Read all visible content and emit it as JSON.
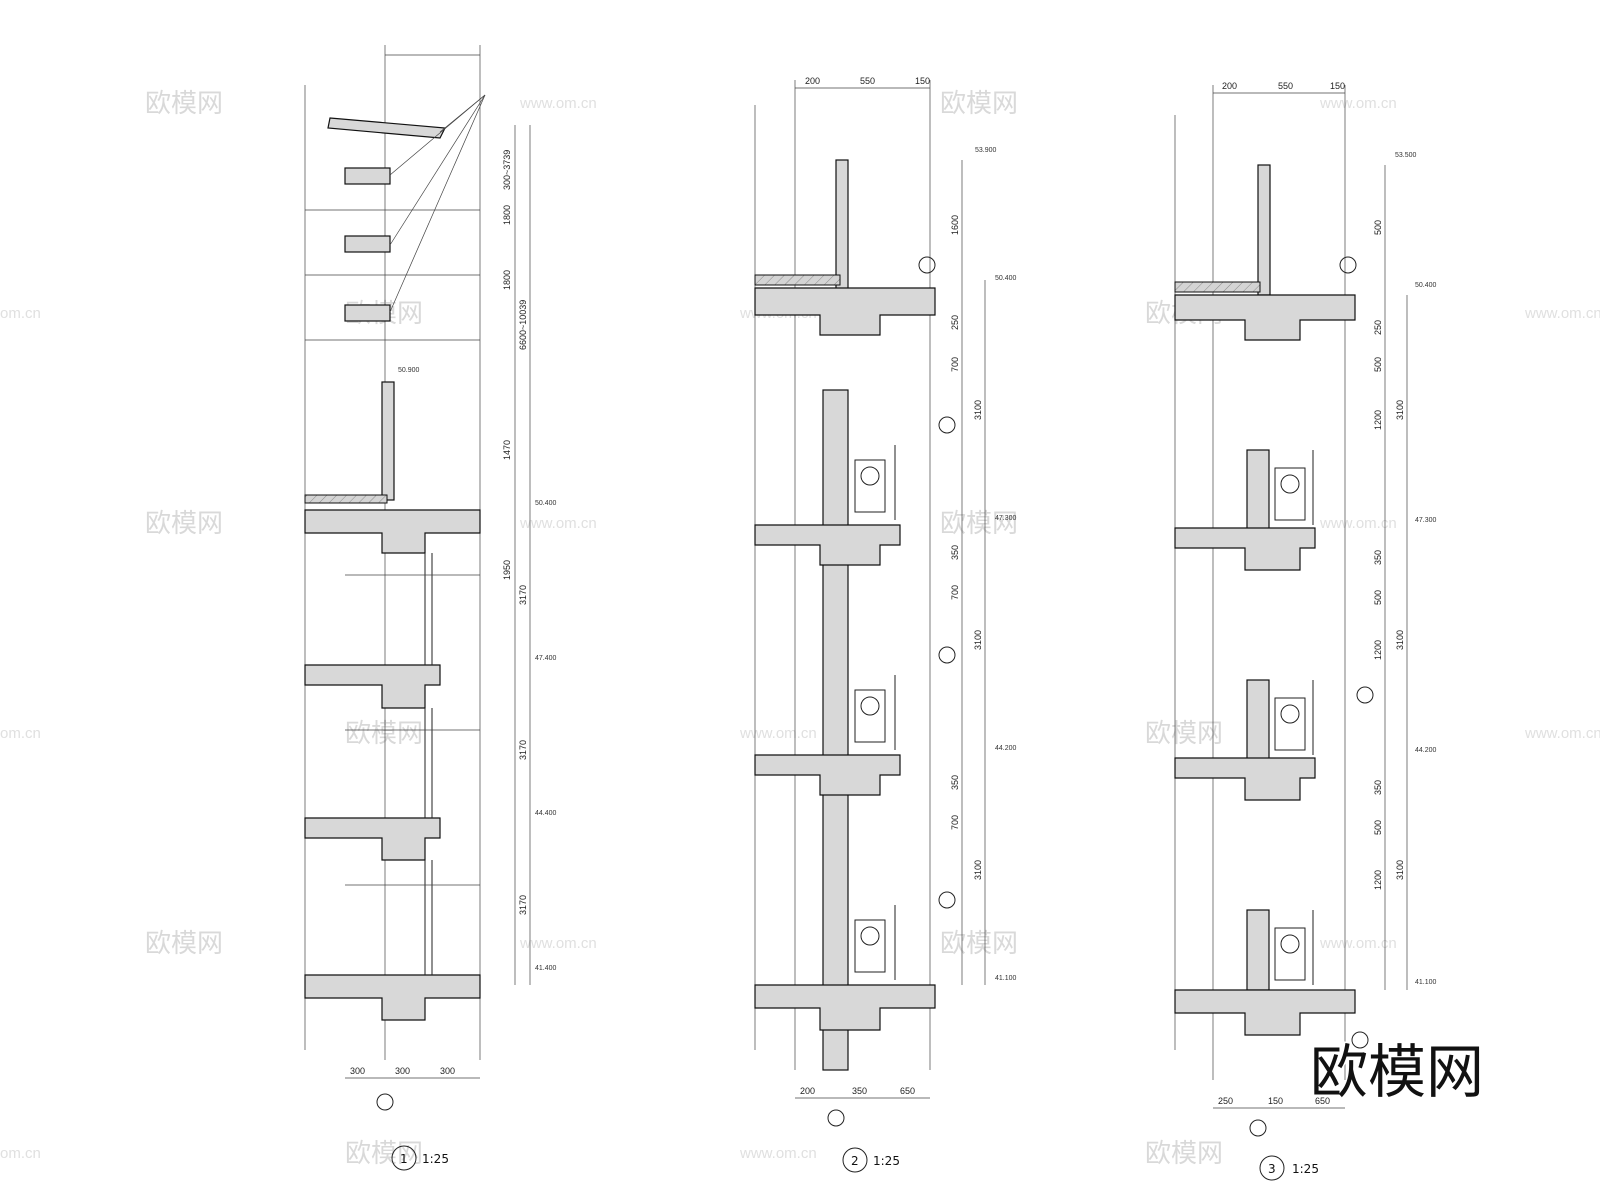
{
  "watermark": {
    "brand": "欧模网",
    "url": "www.om.cn",
    "url_partial": "om.cn"
  },
  "logo_text": "欧模网",
  "sections": [
    {
      "id": "1",
      "scale": "1:25",
      "dims_vertical": [
        "300~3739",
        "1800",
        "1800",
        "1470",
        "1950",
        "6600~10039",
        "3170",
        "3170",
        "3170"
      ],
      "axis_dims": [
        "300",
        "300",
        "300"
      ],
      "levels": [
        "50.900",
        "50.400",
        "47.400",
        "44.400",
        "41.400"
      ]
    },
    {
      "id": "2",
      "scale": "1:25",
      "dims_top": [
        "200",
        "550",
        "150"
      ],
      "dims_vertical": [
        "1600",
        "250",
        "700",
        "3100",
        "350",
        "700",
        "3100",
        "350",
        "700",
        "3100"
      ],
      "axis_dims": [
        "200",
        "350",
        "650"
      ],
      "levels": [
        "53.900",
        "50.400",
        "47.300",
        "44.200",
        "41.100"
      ]
    },
    {
      "id": "3",
      "scale": "1:25",
      "dims_top": [
        "200",
        "550",
        "150"
      ],
      "dims_vertical": [
        "500",
        "250",
        "500",
        "1200",
        "3100",
        "350",
        "500",
        "1200",
        "3100",
        "350",
        "500",
        "1200",
        "3100"
      ],
      "axis_dims": [
        "250",
        "150",
        "650"
      ],
      "levels": [
        "53.500",
        "50.400",
        "47.300",
        "44.200",
        "41.100"
      ]
    }
  ]
}
